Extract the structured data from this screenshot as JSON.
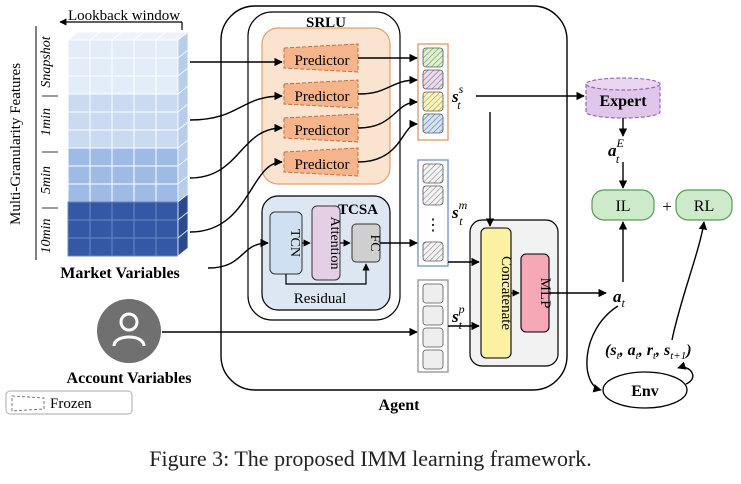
{
  "diagram": {
    "lookback_label": "Lookback window",
    "multi_granularity_label": "Multi-Granularity Features",
    "granularity_labels": [
      "Snapshot",
      "1min",
      "5min",
      "10min"
    ],
    "market_variables_label": "Market Variables",
    "account_variables_label": "Account Variables",
    "frozen_legend_label": "Frozen",
    "agent_label": "Agent",
    "srlu_label": "SRLU",
    "predictor_label": "Predictor",
    "tcsa_label": "TCSA",
    "tcn_label": "TCN",
    "attention_label": "Attention",
    "fc_label": "FC",
    "residual_label": "Residual",
    "concatenate_label": "Concatenate",
    "mlp_label": "MLP",
    "expert_label": "Expert",
    "il_label": "IL",
    "rl_label": "RL",
    "plus_label": "+",
    "env_label": "Env",
    "state_s_main": "s",
    "state_s_sub": "t",
    "state_s_sup": "s",
    "state_m_main": "s",
    "state_m_sub": "t",
    "state_m_sup": "m",
    "state_p_main": "s",
    "state_p_sub": "t",
    "state_p_sup": "p",
    "expert_action_main": "a",
    "expert_action_sub": "t",
    "expert_action_sup": "E",
    "action_main": "a",
    "action_sub": "t",
    "transition_label": "(s",
    "transition_parts": [
      "(s",
      "t",
      ", a",
      "t",
      ", r",
      "t",
      ", s",
      "t+1",
      ")"
    ],
    "ellipsis": "⋮"
  },
  "caption": "Figure 3: The proposed IMM learning framework.",
  "colors": {
    "cube_light": "#dce8f7",
    "cube_mid": "#a9c4e8",
    "cube_dark": "#3558a6",
    "srlu_fill": "#fae3cf",
    "srlu_border": "#e0a070",
    "tcsa_fill": "#dde6f3",
    "tcn_fill": "#cfe0f3",
    "attention_fill": "#e4cfe4",
    "fc_fill": "#cfcfcf",
    "concat_fill": "#fcf0a3",
    "mlp_fill": "#f6a8b6",
    "il_rl_fill": "#cdeacb",
    "expert_fill": "#e0c6ea",
    "avatar": "#707070"
  },
  "icons": [
    "person-icon"
  ]
}
